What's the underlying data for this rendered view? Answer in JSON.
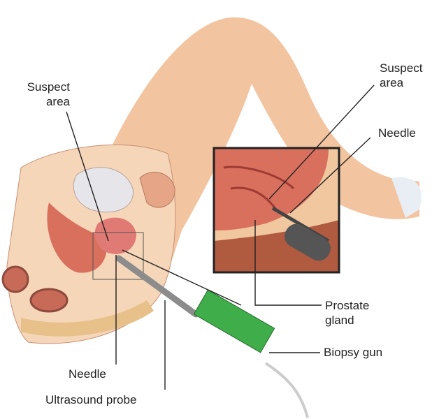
{
  "labels": {
    "suspect_area_left": [
      "Suspect",
      "area"
    ],
    "suspect_area_right": [
      "Suspect",
      "area"
    ],
    "needle_right": "Needle",
    "prostate_gland": [
      "Prostate",
      "gland"
    ],
    "biopsy_gun": "Biopsy gun",
    "needle_bottom": "Needle",
    "ultrasound_probe": "Ultrasound probe"
  },
  "colors": {
    "skin": "#f2c4a0",
    "tissue": "#d9705e",
    "gun": "#3fae4a",
    "probe": "#8c8c8c"
  }
}
